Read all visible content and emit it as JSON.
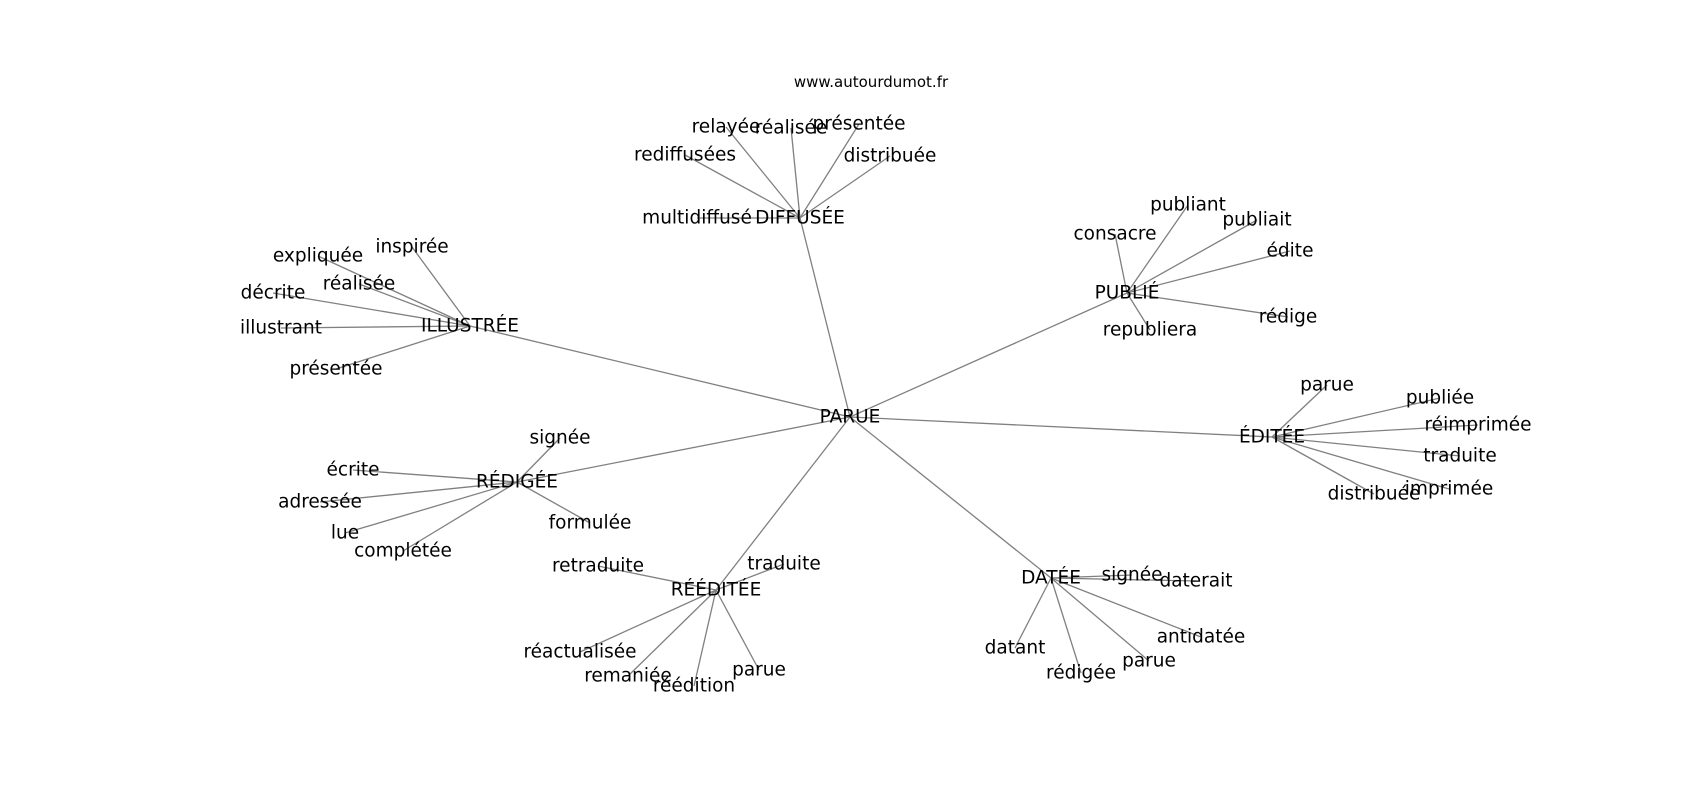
{
  "source_text": "www.autourdumot.fr",
  "colors": {
    "edge": "#808080",
    "text": "#000000",
    "background": "#ffffff"
  },
  "graph": {
    "center": "PARUE",
    "groups": [
      {
        "hub": "DIFFUSÉE",
        "leaves": [
          "relayée",
          "réalisée",
          "présentée",
          "rediffusées",
          "distribuée",
          "multidiffusé"
        ]
      },
      {
        "hub": "PUBLIÉ",
        "leaves": [
          "publiant",
          "consacre",
          "publiait",
          "édite",
          "rédige",
          "republiera"
        ]
      },
      {
        "hub": "ILLUSTRÉE",
        "leaves": [
          "inspirée",
          "expliquée",
          "réalisée",
          "décrite",
          "illustrant",
          "présentée"
        ]
      },
      {
        "hub": "ÉDITÉE",
        "leaves": [
          "parue",
          "publiée",
          "réimprimée",
          "traduite",
          "imprimée",
          "distribuée"
        ]
      },
      {
        "hub": "RÉDIGÉE",
        "leaves": [
          "signée",
          "écrite",
          "adressée",
          "lue",
          "complétée",
          "formulée"
        ]
      },
      {
        "hub": "RÉÉDITÉE",
        "leaves": [
          "retraduite",
          "traduite",
          "réactualisée",
          "remaniée",
          "réédition",
          "parue"
        ]
      },
      {
        "hub": "DATÉE",
        "leaves": [
          "signée",
          "daterait",
          "antidatée",
          "datant",
          "rédigée",
          "parue"
        ]
      }
    ]
  }
}
